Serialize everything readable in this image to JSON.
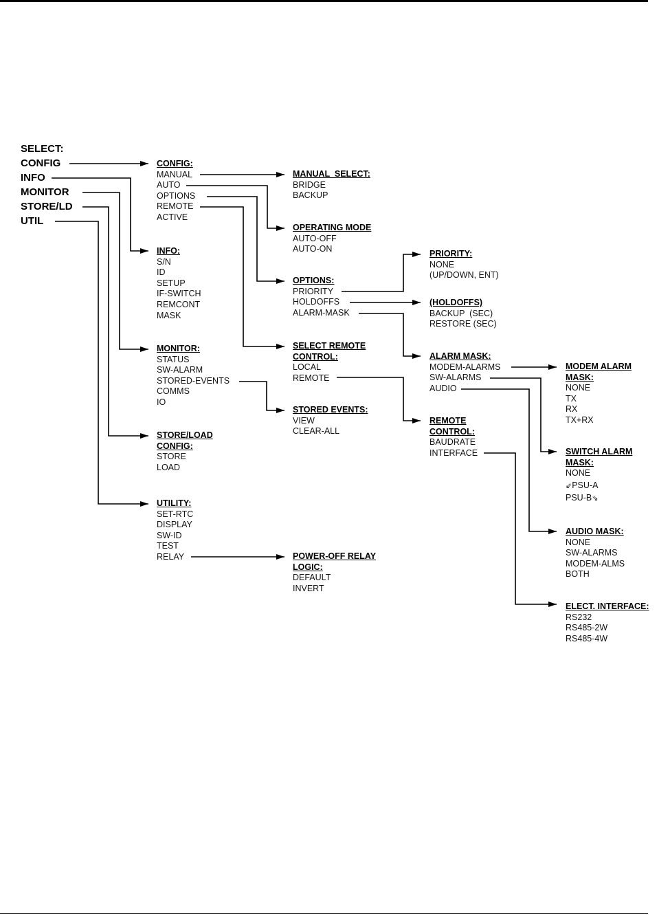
{
  "root": {
    "title": "SELECT:",
    "items": [
      "CONFIG",
      "INFO",
      "MONITOR",
      "STORE/LD",
      "UTIL"
    ]
  },
  "menus": {
    "config": {
      "header": [
        "CONFIG:"
      ],
      "items": [
        "MANUAL",
        "AUTO",
        "OPTIONS",
        "REMOTE",
        "ACTIVE"
      ]
    },
    "info": {
      "header": [
        "INFO:"
      ],
      "items": [
        "S/N",
        "ID",
        "SETUP",
        "IF-SWITCH",
        "REMCONT",
        "MASK"
      ]
    },
    "monitor": {
      "header": [
        "MONITOR:"
      ],
      "items": [
        "STATUS",
        "SW-ALARM",
        "STORED-EVENTS",
        "COMMS",
        "IO"
      ]
    },
    "storeload": {
      "header": [
        "STORE/LOAD",
        "CONFIG:"
      ],
      "items": [
        "STORE",
        "LOAD"
      ]
    },
    "utility": {
      "header": [
        "UTILITY:"
      ],
      "items": [
        "SET-RTC",
        "DISPLAY",
        "SW-ID",
        "TEST",
        "RELAY"
      ]
    },
    "manual_select": {
      "header": [
        "MANUAL  SELECT:"
      ],
      "items": [
        "BRIDGE",
        "BACKUP"
      ]
    },
    "operating_mode": {
      "header": [
        "OPERATING MODE"
      ],
      "items": [
        "AUTO-OFF",
        "AUTO-ON"
      ]
    },
    "options": {
      "header": [
        "OPTIONS:"
      ],
      "items": [
        "PRIORITY",
        "HOLDOFFS",
        "ALARM-MASK"
      ]
    },
    "select_remote": {
      "header": [
        "SELECT REMOTE",
        "CONTROL:"
      ],
      "items": [
        "LOCAL",
        "REMOTE"
      ]
    },
    "stored_events": {
      "header": [
        "STORED EVENTS:"
      ],
      "items": [
        "VIEW",
        "CLEAR-ALL"
      ]
    },
    "power_off_relay": {
      "header": [
        "POWER-OFF RELAY",
        "LOGIC:"
      ],
      "items": [
        "DEFAULT",
        "INVERT"
      ]
    },
    "priority": {
      "header": [
        "PRIORITY:"
      ],
      "items": [
        "NONE",
        "(UP/DOWN, ENT)"
      ]
    },
    "holdoffs": {
      "header": [
        "(HOLDOFFS)"
      ],
      "items": [
        "BACKUP  (SEC)",
        "RESTORE (SEC)"
      ]
    },
    "alarm_mask": {
      "header": [
        "ALARM MASK:"
      ],
      "items": [
        "MODEM-ALARMS",
        "SW-ALARMS",
        "AUDIO"
      ]
    },
    "remote_control": {
      "header": [
        "REMOTE",
        "CONTROL:"
      ],
      "items": [
        "BAUDRATE",
        "INTERFACE"
      ]
    },
    "modem_alarm_mask": {
      "header": [
        "MODEM ALARM",
        "MASK:"
      ],
      "items": [
        "NONE",
        "TX",
        "RX",
        "TX+RX"
      ]
    },
    "switch_alarm_mask": {
      "header": [
        "SWITCH ALARM",
        "MASK:"
      ],
      "items": [
        "NONE",
        "PSU-A",
        "PSU-B"
      ],
      "psu_a_arrow": "⇙",
      "psu_b_arrow": "⇘"
    },
    "audio_mask": {
      "header": [
        "AUDIO MASK:"
      ],
      "items": [
        "NONE",
        "SW-ALARMS",
        "MODEM-ALMS",
        "BOTH"
      ]
    },
    "elect_interface": {
      "header": [
        "ELECT. INTERFACE:"
      ],
      "items": [
        "RS232",
        "RS485-2W",
        "RS485-4W"
      ]
    }
  },
  "connections": [
    {
      "from": "root.CONFIG",
      "to": "config"
    },
    {
      "from": "root.INFO",
      "to": "info"
    },
    {
      "from": "root.MONITOR",
      "to": "monitor"
    },
    {
      "from": "root.STORE/LD",
      "to": "storeload"
    },
    {
      "from": "root.UTIL",
      "to": "utility"
    },
    {
      "from": "config.MANUAL",
      "to": "manual_select"
    },
    {
      "from": "config.AUTO",
      "to": "operating_mode"
    },
    {
      "from": "config.OPTIONS",
      "to": "options"
    },
    {
      "from": "config.REMOTE",
      "to": "select_remote"
    },
    {
      "from": "monitor.STORED-EVENTS",
      "to": "stored_events"
    },
    {
      "from": "utility.RELAY",
      "to": "power_off_relay"
    },
    {
      "from": "options.PRIORITY",
      "to": "priority"
    },
    {
      "from": "options.HOLDOFFS",
      "to": "holdoffs"
    },
    {
      "from": "options.ALARM-MASK",
      "to": "alarm_mask"
    },
    {
      "from": "select_remote.REMOTE",
      "to": "remote_control"
    },
    {
      "from": "alarm_mask.MODEM-ALARMS",
      "to": "modem_alarm_mask"
    },
    {
      "from": "alarm_mask.SW-ALARMS",
      "to": "switch_alarm_mask"
    },
    {
      "from": "alarm_mask.AUDIO",
      "to": "audio_mask"
    },
    {
      "from": "remote_control.INTERFACE",
      "to": "elect_interface"
    }
  ]
}
